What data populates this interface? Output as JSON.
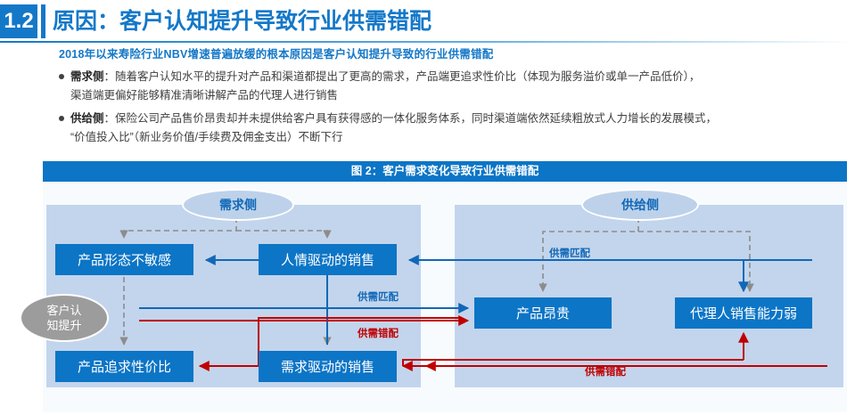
{
  "header": {
    "section_number": "1.2",
    "title": "原因：客户认知提升导致行业供需错配"
  },
  "content": {
    "lead": "2018年以来寿险行业NBV增速普遍放缓的根本原因是客户认知提升导致的行业供需错配",
    "bullets": [
      {
        "term": "需求侧",
        "line1": "：随着客户认知水平的提升对产品和渠道都提出了更高的需求，产品端更追求性价比（体现为服务溢价或单一产品低价），",
        "line2": "渠道端更偏好能够精准清晰讲解产品的代理人进行销售"
      },
      {
        "term": "供给侧",
        "line1": "：保险公司产品售价昂贵却并未提供给客户具有获得感的一体化服务体系，同时渠道端依然延续粗放式人力增长的发展模式，",
        "line2": "“价值投入比”（新业务价值/手续费及佣金支出）不断下行"
      }
    ]
  },
  "figure": {
    "caption": "图 2：客户需求变化导致行业供需错配",
    "groups": {
      "demand_label": "需求侧",
      "supply_label": "供给侧"
    },
    "driver_ellipse": {
      "line1": "客户认",
      "line2": "知提升"
    },
    "nodes": {
      "form_insensitive": "产品形态不敏感",
      "relationship_sales": "人情驱动的销售",
      "value_for_money": "产品追求性价比",
      "demand_driven_sales": "需求驱动的销售",
      "expensive_product": "产品昂贵",
      "weak_agent": "代理人销售能力弱"
    },
    "edge_labels": {
      "match_mid": "供需匹配",
      "mismatch_mid": "供需错配",
      "match_right": "供需匹配",
      "mismatch_bottom": "供需错配"
    },
    "colors": {
      "accent_blue": "#0c75c6",
      "panel_blue": "#c3d5ec",
      "node_blue": "#0c75c6",
      "match_blue": "#1168b8",
      "mismatch_red": "#c00000",
      "driver_gray": "#9c9c9c",
      "dashed_gray": "#8c8c8c"
    }
  }
}
